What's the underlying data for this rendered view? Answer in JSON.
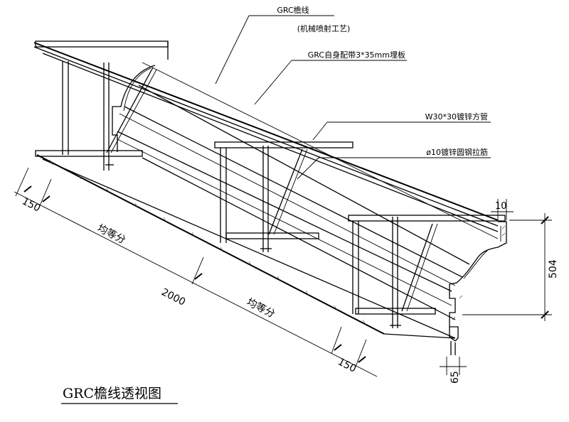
{
  "labels": {
    "grc_cornice": "GRC檐线",
    "spray_process": "(机械喷射工艺)",
    "embedded_plate": "GRC自身配带3*35mm埋板",
    "square_tube": "W30*30镀锌方管",
    "round_bar": "ø10镀锌圆钢拉筋"
  },
  "dimensions": {
    "left_end": "150",
    "right_end": "150",
    "total_length": "2000",
    "equal_div_1": "均等分",
    "equal_div_2": "均等分",
    "top_lip": "10",
    "height": "504",
    "drip": "65"
  },
  "title": "GRC檐线透视图"
}
